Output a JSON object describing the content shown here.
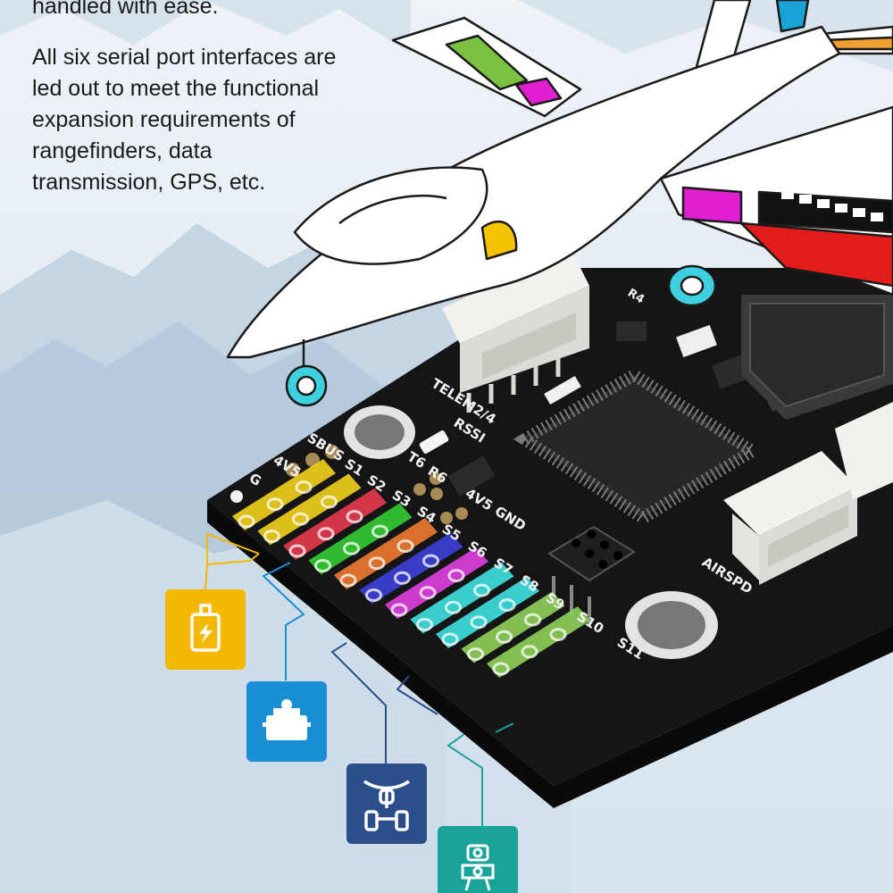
{
  "text": {
    "line_top": "handled with ease.",
    "paragraph": [
      "All six serial port interfaces are",
      "led out to meet the functional",
      "expansion requirements of",
      "rangefinders, data",
      "transmission, GPS, etc."
    ]
  },
  "board_labels": {
    "telem": "TELEM2/4",
    "rssi": "RSSI",
    "sbus": "SBUS",
    "v45a": "4V5",
    "v45b": "4V5",
    "gnd": "GND",
    "g": "G",
    "t6": "T6",
    "r6": "R6",
    "r4": "R4",
    "airspd": "AIRSPD",
    "s1": "S1",
    "s2": "S2",
    "s3": "S3",
    "s4": "S4",
    "s5": "S5",
    "s6": "S6",
    "s7": "S7",
    "s8": "S8",
    "s9": "S9",
    "s10": "S10",
    "s11": "S11"
  },
  "pin_rows": [
    {
      "color": "#f2d21c"
    },
    {
      "color": "#f2d21c"
    },
    {
      "color": "#e8384f"
    },
    {
      "color": "#33cc33"
    },
    {
      "color": "#f07a30"
    },
    {
      "color": "#3a40d8"
    },
    {
      "color": "#e040e0"
    },
    {
      "color": "#3fe0e0"
    },
    {
      "color": "#3fe0e0"
    },
    {
      "color": "#8fd05a"
    },
    {
      "color": "#8fd05a"
    }
  ],
  "icons": [
    {
      "name": "motor-icon",
      "color": "#f5b800"
    },
    {
      "name": "servo-icon",
      "color": "#1a8fd6"
    },
    {
      "name": "landing-gear-icon",
      "color": "#2b4d8a"
    },
    {
      "name": "gimbal-icon",
      "color": "#1aa39a"
    }
  ],
  "colors": {
    "pcb": "#151515",
    "connector": "#f1f1ee",
    "sky": "#dfe9f1",
    "mountain": "#b9cede"
  }
}
